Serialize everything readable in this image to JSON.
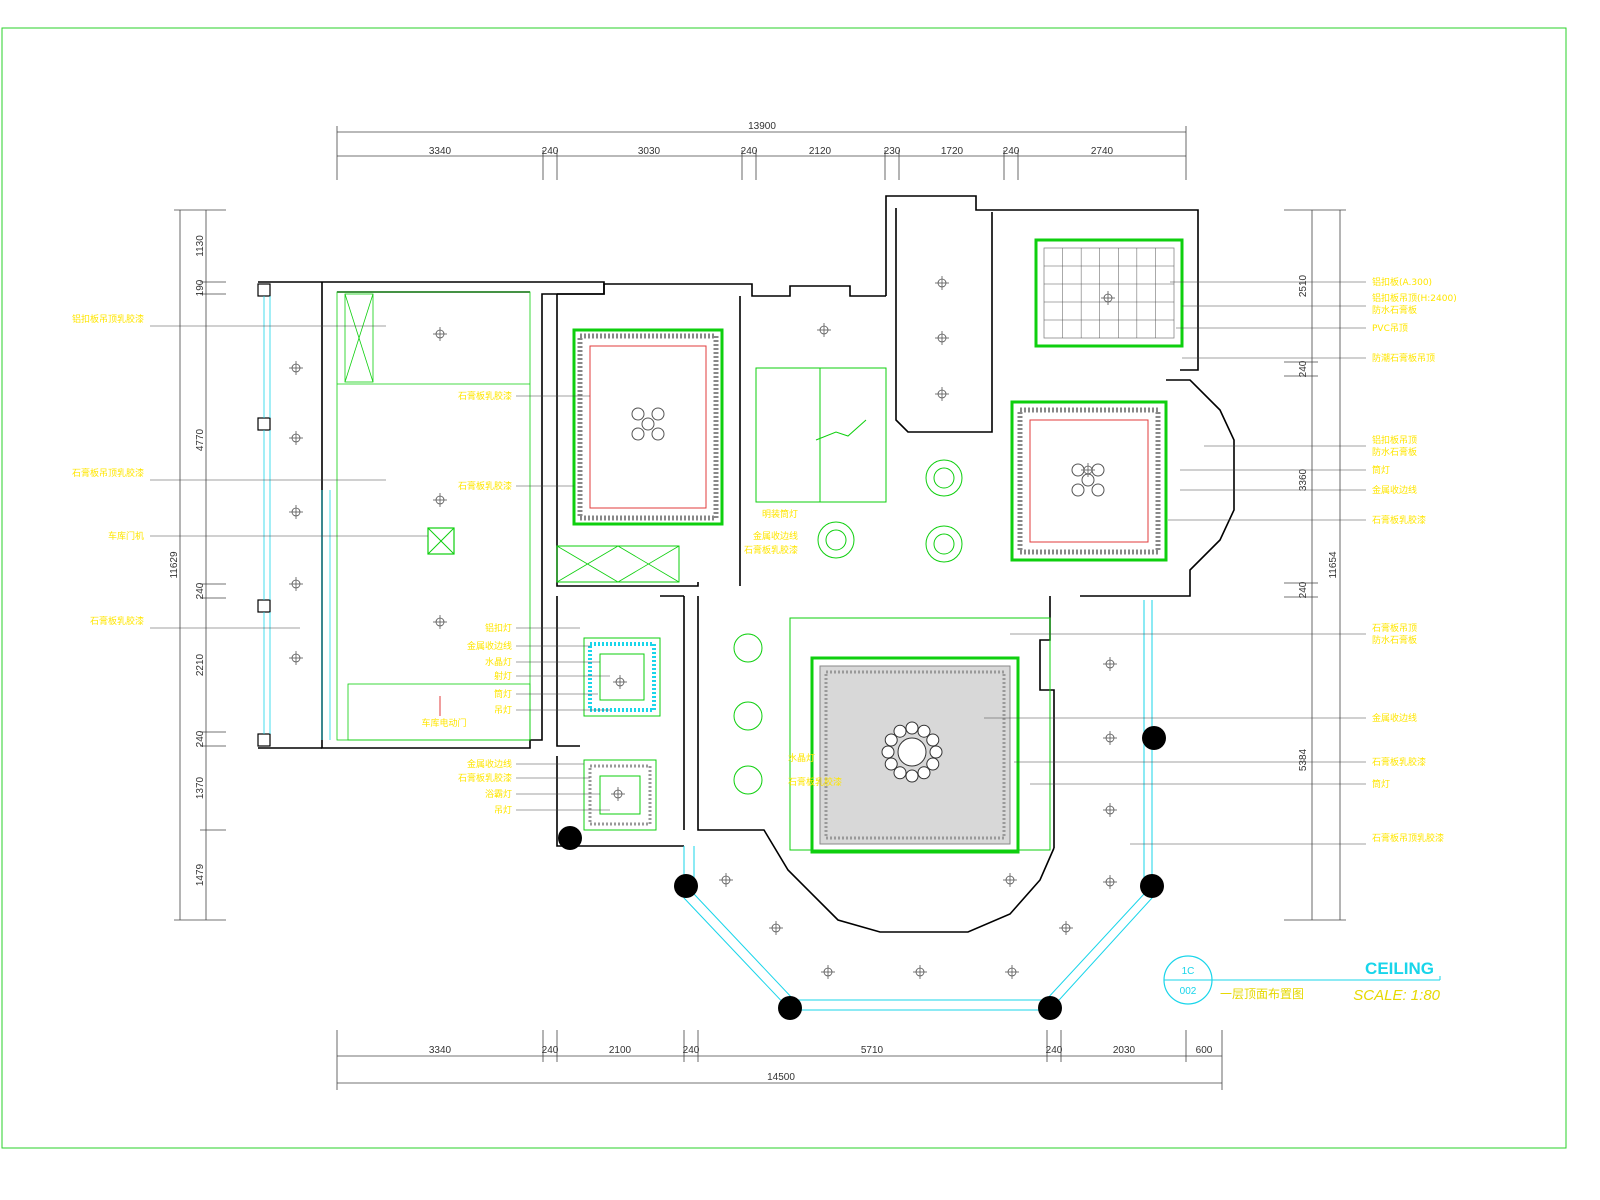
{
  "drawing": {
    "title": "CEILING",
    "subtitle": "一层顶面布置图",
    "scale": "SCALE: 1:80",
    "sheet": {
      "number": "1C",
      "page": "002"
    }
  },
  "dimensions": {
    "top_total": "13900",
    "top": [
      "3340",
      "240",
      "3030",
      "240",
      "2120",
      "230",
      "1720",
      "240",
      "2740"
    ],
    "bottom": [
      "3340",
      "240",
      "2100",
      "240",
      "5710",
      "240",
      "2030",
      "600"
    ],
    "bottom_total": "14500",
    "left_total": "11629",
    "left": [
      "1130",
      "190",
      "4770",
      "240",
      "2210",
      "240",
      "1370",
      "1479"
    ],
    "right_total": "11654",
    "right": [
      "2510",
      "240",
      "3360",
      "240",
      "5384"
    ]
  },
  "labels": {
    "left": [
      "铝扣板吊顶乳胶漆",
      "石膏板吊顶乳胶漆",
      "车库门机",
      "石膏板乳胶漆"
    ],
    "mid": [
      "铝扣灯",
      "金属收边线",
      "水晶灯",
      "射灯",
      "筒灯",
      "吊灯",
      "石膏板乳胶漆",
      "石膏板乳胶漆"
    ],
    "parking": "车库电动门",
    "small": [
      "金属收边线",
      "石膏板乳胶漆",
      "浴霸灯",
      "吊灯"
    ],
    "center": [
      "明装筒灯",
      "金属收边线",
      "石膏板乳胶漆",
      "水晶灯",
      "石膏板乳胶漆"
    ],
    "right": [
      "铝扣板(A.300)",
      "铝扣板吊顶(H:2400)",
      "防水石膏板",
      "PVC吊顶",
      "防潮石膏板吊顶",
      "铝扣板吊顶",
      "防水石膏板",
      "筒灯",
      "金属收边线",
      "石膏板乳胶漆",
      "石膏板吊顶",
      "防水石膏板",
      "金属收边线",
      "石膏板乳胶漆",
      "筒灯",
      "石膏板吊顶乳胶漆"
    ]
  },
  "colors": {
    "wall": "#000000",
    "label": "#ffe600",
    "accent_green": "#0ecf0e",
    "accent_cyan": "#19d5ea",
    "dimension": "#333333",
    "frame": "#2ad22a"
  }
}
